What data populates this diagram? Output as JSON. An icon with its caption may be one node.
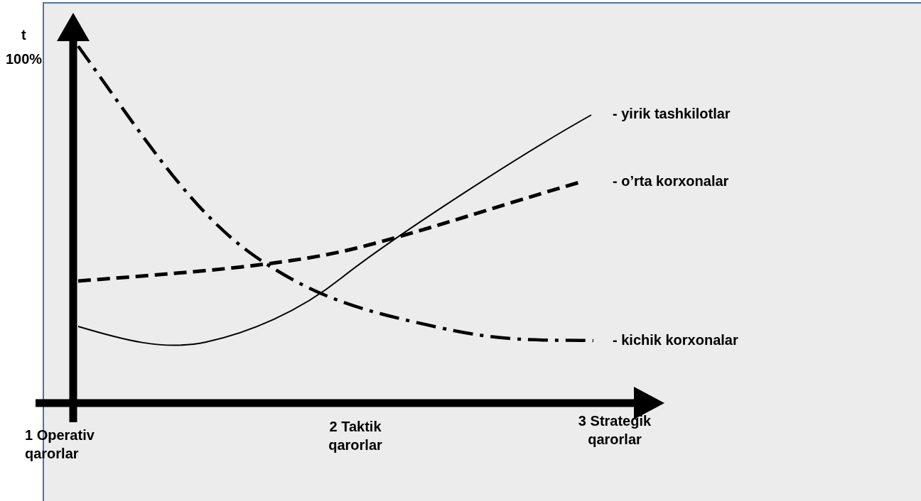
{
  "diagram": {
    "labels": [
      "t",
      "100%",
      "- yirik tashkilotlar",
      "- o’rta korxonalar",
      "- kichik korxonalar",
      "1 Operativ qarorlar",
      "2 Taktik qarorlar",
      "3 Strategik qarorlar"
    ]
  }
}
